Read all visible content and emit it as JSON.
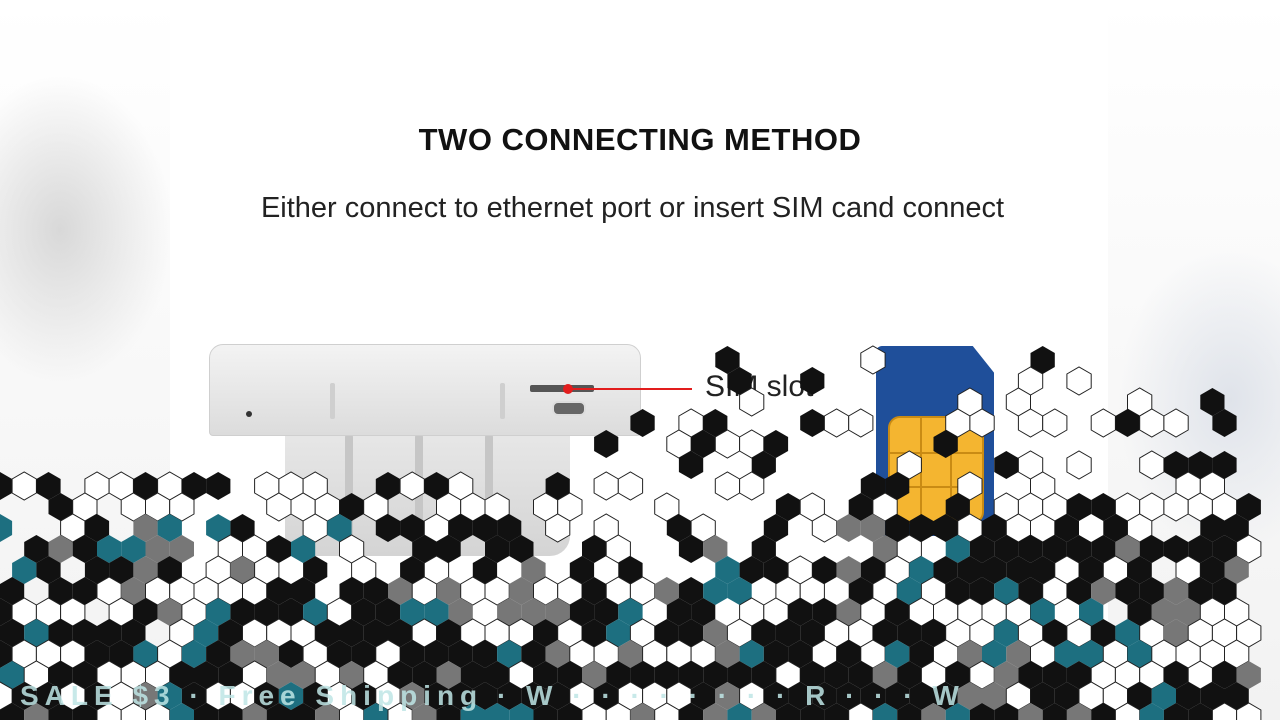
{
  "slide": {
    "title": "TWO CONNECTING METHOD",
    "subtitle": "Either connect to ethernet port or insert SIM cand connect",
    "callout_label": "SIM slot"
  },
  "ticker": {
    "text": "SALE $3 · Free Shipping · W · · · · · · · · R · · · W"
  },
  "colors": {
    "pointer": "#e21d1d",
    "sim_card": "#1f4f9a",
    "sim_chip": "#f4b530"
  },
  "icons": {
    "device": "router-device-illustration",
    "sim": "sim-card-illustration"
  }
}
